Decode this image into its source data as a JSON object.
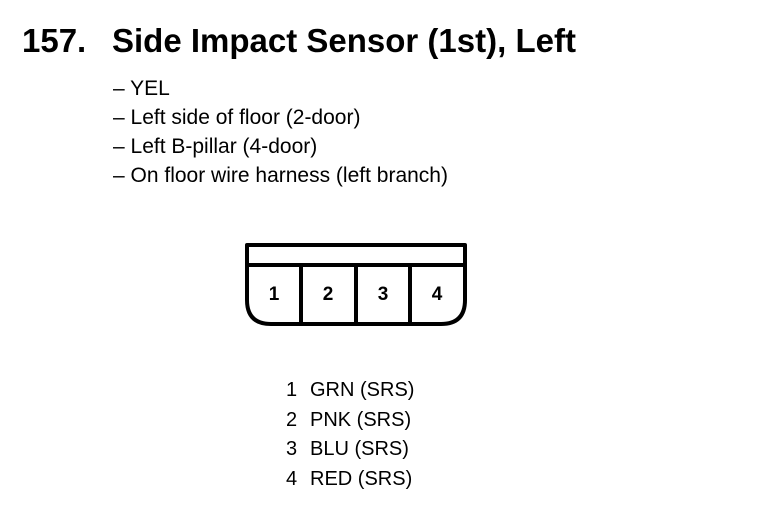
{
  "title": {
    "number": "157.",
    "text": "Side Impact Sensor (1st), Left"
  },
  "details": [
    "– YEL",
    "– Left side of floor (2-door)",
    "– Left B-pillar (4-door)",
    "– On floor wire harness (left branch)"
  ],
  "connector": {
    "pins": [
      "1",
      "2",
      "3",
      "4"
    ]
  },
  "pinout": [
    {
      "pin": "1",
      "wire": "GRN (SRS)"
    },
    {
      "pin": "2",
      "wire": "PNK (SRS)"
    },
    {
      "pin": "3",
      "wire": "BLU (SRS)"
    },
    {
      "pin": "4",
      "wire": "RED (SRS)"
    }
  ]
}
